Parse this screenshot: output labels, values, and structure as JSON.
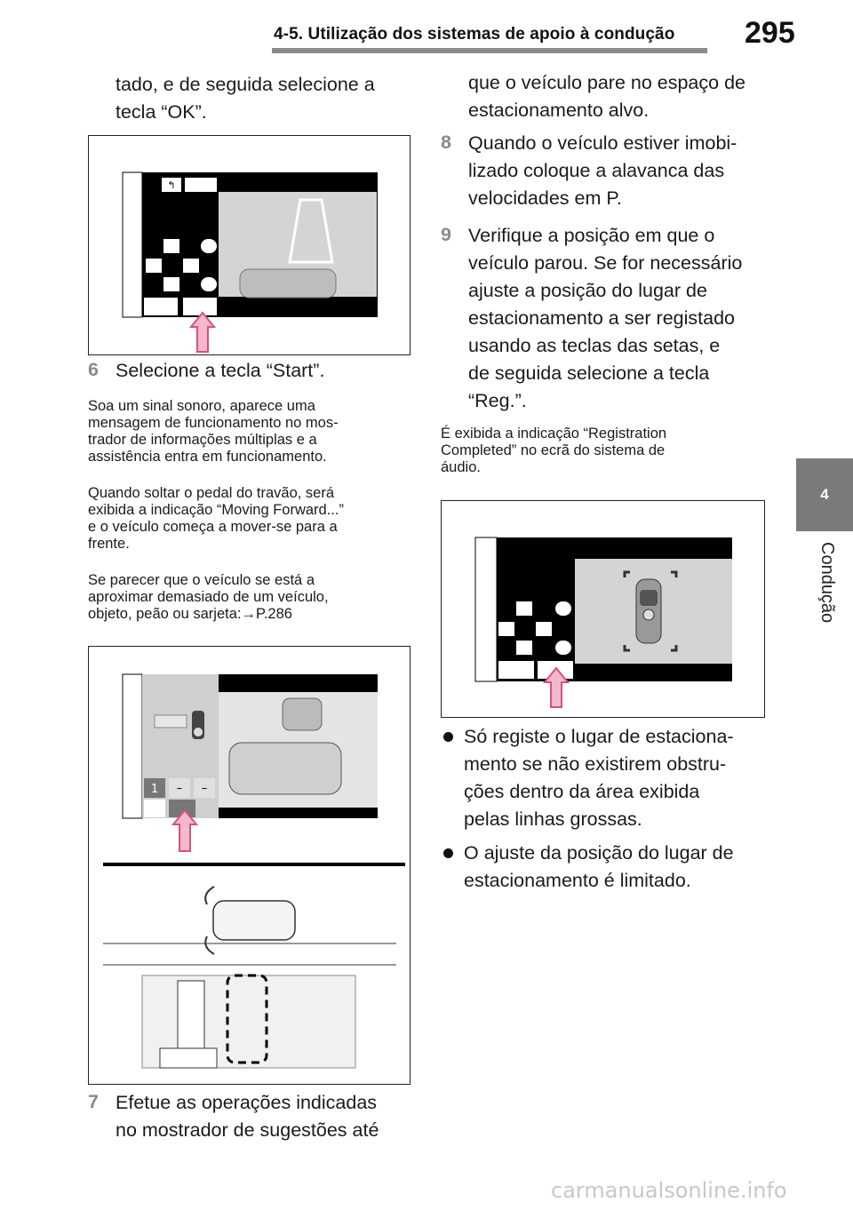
{
  "header": {
    "section_title": "4-5. Utilização dos sistemas de apoio à condução",
    "page_number": "295"
  },
  "side_tab": {
    "number": "4",
    "label": "Condução"
  },
  "left": {
    "intro": [
      "tado, e de seguida selecione a",
      "tecla “OK”."
    ],
    "step6_num": "6",
    "step6_text": "Selecione a tecla “Start”.",
    "para1": [
      "Soa um sinal sonoro, aparece uma",
      "mensagem de funcionamento no mos-",
      "trador de informações múltiplas e a",
      "assistência entra em funcionamento."
    ],
    "para2": [
      "Quando soltar o pedal do travão, será",
      "exibida a indicação “Moving Forward...”",
      "e o veículo começa a mover-se para a",
      "frente."
    ],
    "para3": [
      "Se parecer que o veículo se está a",
      "aproximar demasiado de um veículo,",
      "objeto, peão ou sarjeta:→P.286"
    ],
    "step7_num": "7",
    "step7_text": [
      "Efetue as operações indicadas",
      "no mostrador de sugestões até"
    ]
  },
  "right": {
    "cont": [
      "que o veículo pare no espaço de",
      "estacionamento alvo."
    ],
    "step8_num": "8",
    "step8_text": [
      "Quando o veículo estiver imobi-",
      "lizado coloque a alavanca das",
      "velocidades em P."
    ],
    "step9_num": "9",
    "step9_text": [
      "Verifique a posição em que o",
      "veículo parou. Se for necessário",
      "ajuste a posição do lugar de",
      "estacionamento a ser registado",
      "usando as teclas das setas, e",
      "de seguida selecione a tecla",
      "“Reg.”."
    ],
    "para": [
      "É exibida a indicação “Registration",
      "Completed” no ecrã do sistema de",
      "áudio."
    ],
    "bullet1": [
      "Só registe o lugar de estaciona-",
      "mento se não existirem obstru-",
      "ções dentro da área exibida",
      "pelas linhas grossas."
    ],
    "bullet2": [
      "O ajuste da posição do lugar de",
      "estacionamento é limitado."
    ]
  },
  "figure2": {
    "gear_label": "1",
    "dash1": "–",
    "dash2": "–"
  },
  "colors": {
    "arrow_fill": "#f3b8cc",
    "arrow_stroke": "#d9507e",
    "tab_bg": "#7a7a7a",
    "step_num": "#8a8a8a"
  },
  "watermark": "carmanualsonline.info"
}
